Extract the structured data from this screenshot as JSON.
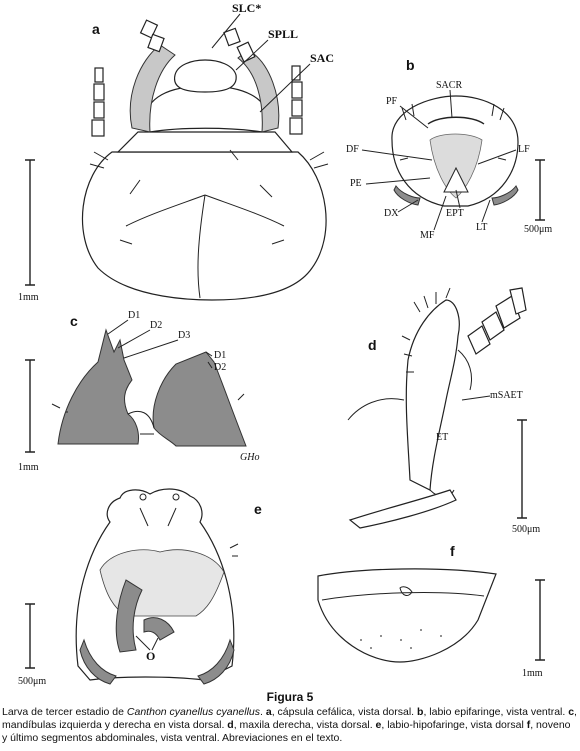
{
  "figure": {
    "title": "Figura 5",
    "caption_parts": [
      {
        "t": "Larva de tercer estadio de ",
        "s": "n"
      },
      {
        "t": "Canthon cyanellus cyanellus",
        "s": "i"
      },
      {
        "t": ". ",
        "s": "n"
      },
      {
        "t": "a",
        "s": "b"
      },
      {
        "t": ", cápsula cefálica, vista dorsal. ",
        "s": "n"
      },
      {
        "t": "b",
        "s": "b"
      },
      {
        "t": ", labio epifaringe, vista ventral. ",
        "s": "n"
      },
      {
        "t": "c",
        "s": "b"
      },
      {
        "t": ", mandíbulas izquierda y derecha en vista dorsal. ",
        "s": "n"
      },
      {
        "t": "d",
        "s": "b"
      },
      {
        "t": ", maxila derecha, vista dorsal. ",
        "s": "n"
      },
      {
        "t": "e",
        "s": "b"
      },
      {
        "t": ", labio-hipofaringe, vista dorsal ",
        "s": "n"
      },
      {
        "t": "f",
        "s": "b"
      },
      {
        "t": ", noveno y último segmentos abdominales, vista ventral. Abreviaciones en el texto.",
        "s": "n"
      }
    ]
  },
  "panels": {
    "a": {
      "letter": "a",
      "labels": [
        "SLC*",
        "SPLL",
        "SAC"
      ],
      "scale": "1mm"
    },
    "b": {
      "letter": "b",
      "labels": [
        "SACR",
        "PF",
        "DF",
        "LF",
        "PE",
        "DX",
        "EPT",
        "MF",
        "LT"
      ],
      "scale": "500μm"
    },
    "c": {
      "letter": "c",
      "labels": [
        "D1",
        "D2",
        "D3",
        "D1",
        "D2"
      ],
      "scale": "1mm",
      "signature": "GHo"
    },
    "d": {
      "letter": "d",
      "labels": [
        "mSAET",
        "ET"
      ],
      "scale": "500μm"
    },
    "e": {
      "letter": "e",
      "labels": [
        "O"
      ],
      "scale": "500μm"
    },
    "f": {
      "letter": "f",
      "scale": "1mm"
    }
  }
}
